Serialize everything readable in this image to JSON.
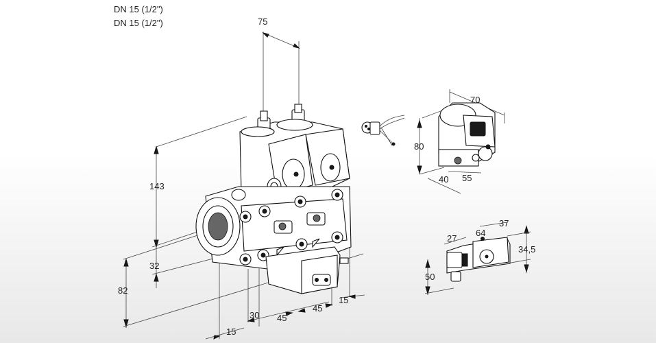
{
  "header": {
    "line1": "DN 15 (1/2\")",
    "line2": "DN 15 (1/2\")"
  },
  "main_valve": {
    "dims": {
      "top_spacing": "75",
      "height_upper": "143",
      "height_mid": "32",
      "height_total": "82",
      "bottom_15_left": "15",
      "bottom_30": "30",
      "bottom_45_a": "45",
      "bottom_45_b": "45",
      "bottom_15_right": "15"
    }
  },
  "actuator_detail": {
    "dims": {
      "width": "70",
      "height": "80",
      "depth_a": "40",
      "depth_b": "55"
    }
  },
  "switch_detail": {
    "dims": {
      "d27": "27",
      "d64": "64",
      "d37": "37",
      "d34_5": "34,5",
      "d50": "50"
    }
  },
  "colors": {
    "line": "#444444",
    "body": "#111111",
    "background": "#ffffff"
  }
}
